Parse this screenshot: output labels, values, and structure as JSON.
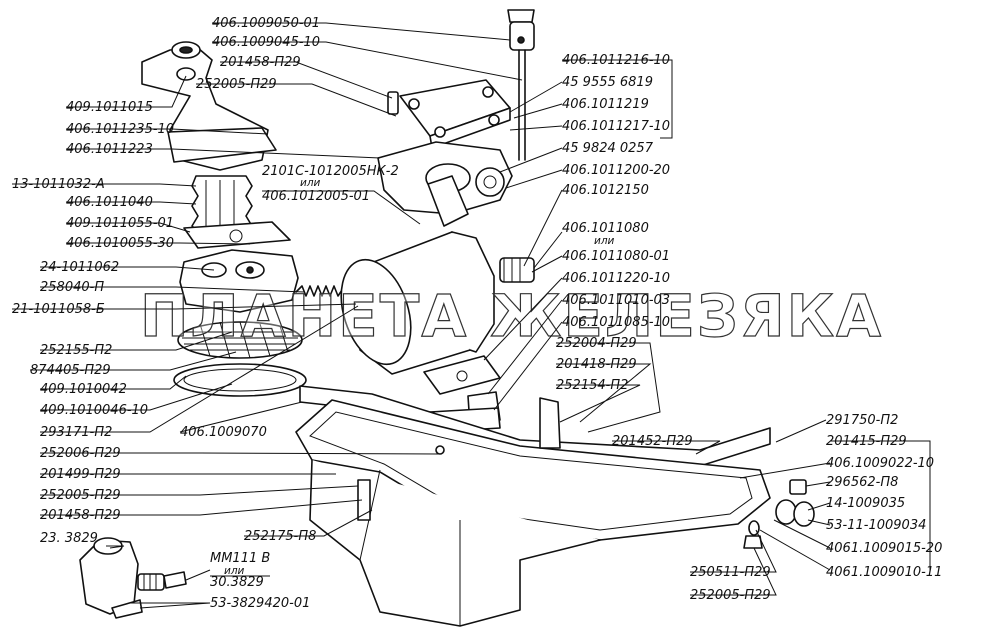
{
  "watermark": "ПЛАНЕТА ЖЕЛЕЗЯКА",
  "labels": {
    "l01": "406.1009050-01",
    "l02": "406.1009045-10",
    "l03": "201458-П29",
    "l04": "252005-П29",
    "l05": "409.1011015",
    "l06": "406.1011235-10",
    "l07": "406.1011223",
    "l08": "13-1011032-А",
    "l09": "406.1011040",
    "l10": "409.1011055-01",
    "l11": "406.1010055-30",
    "l12": "24-1011062",
    "l13": "258040-П",
    "l14": "21-1011058-Б",
    "l15": "252155-П2",
    "l16": "874405-П29",
    "l17": "409.1010042",
    "l18": "409.1010046-10",
    "l19": "293171-П2",
    "l20": "406.1009070",
    "l21": "252006-П29",
    "l22": "201499-П29",
    "l23": "252005-П29",
    "l24": "201458-П29",
    "l25": "252175-П8",
    "l26": "23. 3829",
    "l27": "ММ111 В",
    "l27b": "или",
    "l28": "30.3829",
    "l29": "53-3829420-01",
    "r01": "406.1011216-10",
    "r02": "45 9555 6819",
    "r03": "406.1011219",
    "r04": "406.1011217-10",
    "r05": "45 9824 0257",
    "r06": "406.1011200-20",
    "r07": "406.1012150",
    "r08": "406.1011080",
    "r08b": "или",
    "r09": "406.1011080-01",
    "r10": "406.1011220-10",
    "r11": "406.1011010-03",
    "r12": "406.1011085-10",
    "r13": "252004-П29",
    "r14": "201418-П29",
    "r15": "252154-П2",
    "r16": "201452-П29",
    "r17": "291750-П2",
    "r18": "201415-П29",
    "r19": "406.1009022-10",
    "r20": "296562-П8",
    "r21": "14-1009035",
    "r22": "53-11-1009034",
    "r23": "4061.1009015-20",
    "r24": "4061.1009010-11",
    "r25": "250511-П29",
    "r26": "252005-П29",
    "c01": "2101С-1012005НК-2",
    "c01b": "или",
    "c02": "406.1012005-01"
  }
}
